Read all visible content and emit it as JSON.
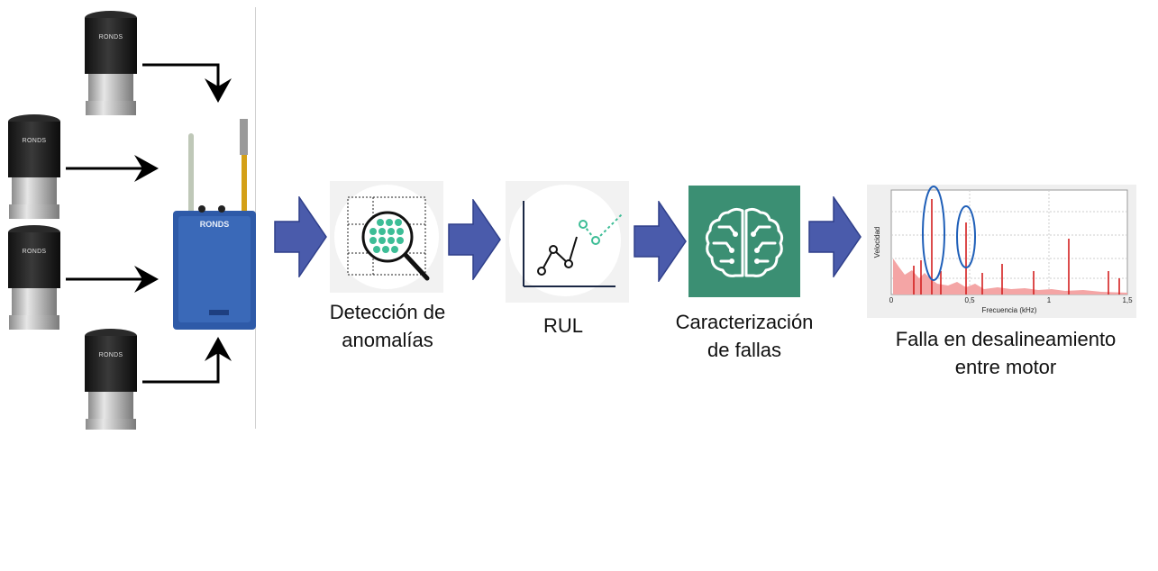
{
  "sensors": [
    {
      "brand": "RONDS"
    },
    {
      "brand": "RONDS"
    },
    {
      "brand": "RONDS"
    },
    {
      "brand": "RONDS"
    }
  ],
  "gateway": {
    "brand": "RONDS"
  },
  "steps": [
    {
      "id": "anomaly",
      "line1": "Detección de",
      "line2": "anomalías",
      "icon": "magnifier-grid-icon"
    },
    {
      "id": "rul",
      "line1": "RUL",
      "line2": "",
      "icon": "line-chart-icon"
    },
    {
      "id": "faults",
      "line1": "Caracterización",
      "line2": "de fallas",
      "icon": "brain-circuit-icon"
    },
    {
      "id": "result",
      "line1": "Falla en desalineamiento",
      "line2": "entre motor",
      "icon": "spectrum-chart-icon"
    }
  ],
  "spectrum": {
    "ylabel": "Velocidad",
    "xlabel": "Frecuencia (kHz)",
    "xticks": [
      "0",
      "0,5",
      "1",
      "1,5"
    ]
  },
  "colors": {
    "arrow": "#4a5bab",
    "arrow_stroke": "#2f3f8a",
    "brain_bg": "#3b8f73",
    "teal": "#3dbd96",
    "peak": "#d42020",
    "ellipse": "#1f5fb8",
    "gateway": "#2e5aa8"
  }
}
